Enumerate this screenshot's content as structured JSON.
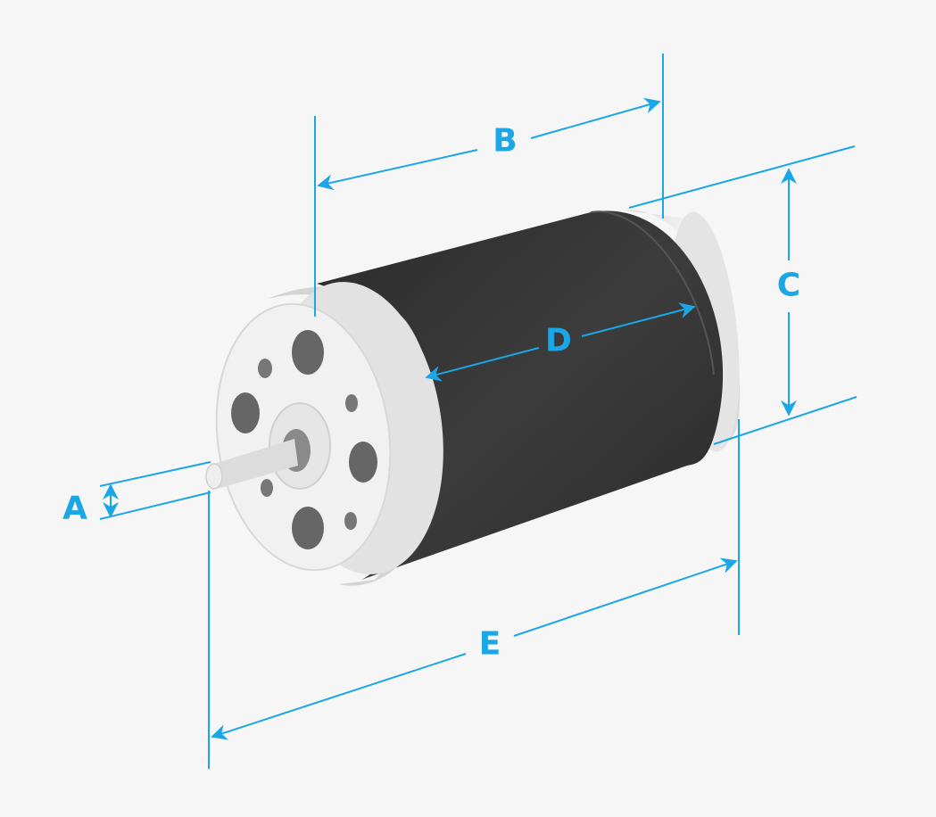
{
  "labels": {
    "a": "A",
    "b": "B",
    "c": "C",
    "d": "D",
    "e": "E"
  },
  "colors": {
    "dimension": "#1ba6e6",
    "motor_body": "#3a3a3a",
    "end_cap": "#e7e7e7",
    "background": "#f6f6f6"
  },
  "icons": {
    "subject": "dc-motor-icon"
  }
}
